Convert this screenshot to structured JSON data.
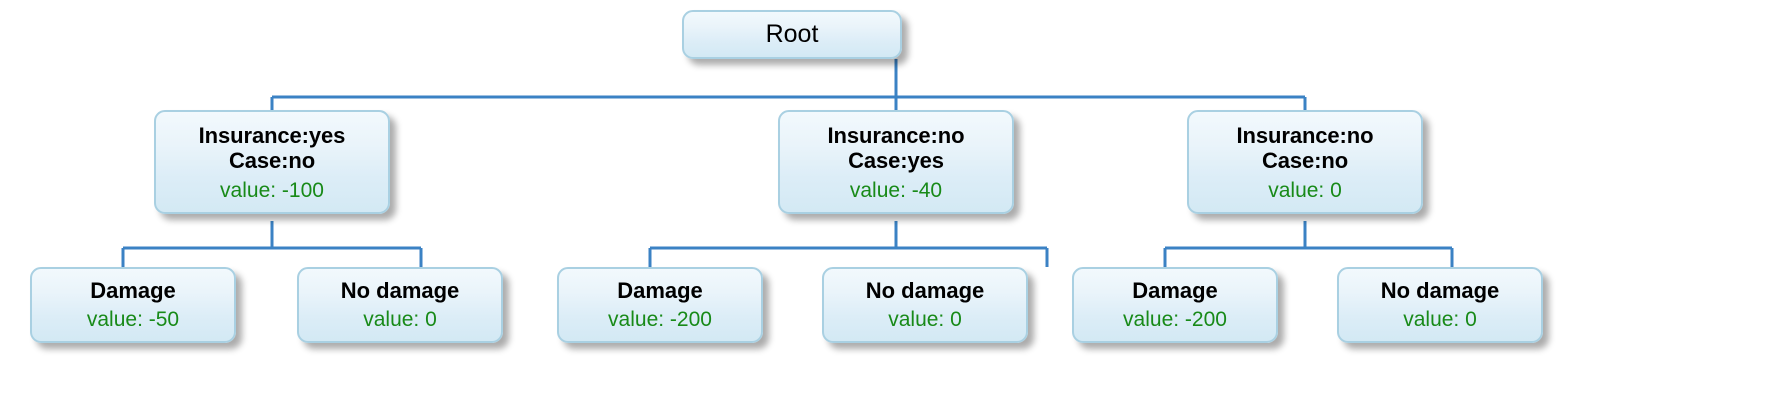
{
  "diagram": {
    "type": "decision-tree",
    "title": "",
    "colors": {
      "edge": "#3b82c4",
      "node_border": "#a9d0e2",
      "node_fill_top": "#f2f9fd",
      "node_fill_bottom": "#d3e9f4",
      "label_text": "#000000",
      "value_text": "#188a18"
    }
  },
  "nodes": {
    "root": {
      "label": "Root"
    },
    "decisions": [
      {
        "line1": "Insurance:yes",
        "line2": "Case:no",
        "value": "value: -100"
      },
      {
        "line1": "Insurance:no",
        "line2": "Case:yes",
        "value": "value: -40"
      },
      {
        "line1": "Insurance:no",
        "line2": "Case:no",
        "value": "value: 0"
      }
    ],
    "leaves": [
      {
        "label": "Damage",
        "value": "value: -50"
      },
      {
        "label": "No damage",
        "value": "value: 0"
      },
      {
        "label": "Damage",
        "value": "value: -200"
      },
      {
        "label": "No damage",
        "value": "value: 0"
      },
      {
        "label": "Damage",
        "value": "value: -200"
      },
      {
        "label": "No damage",
        "value": "value: 0"
      }
    ]
  }
}
